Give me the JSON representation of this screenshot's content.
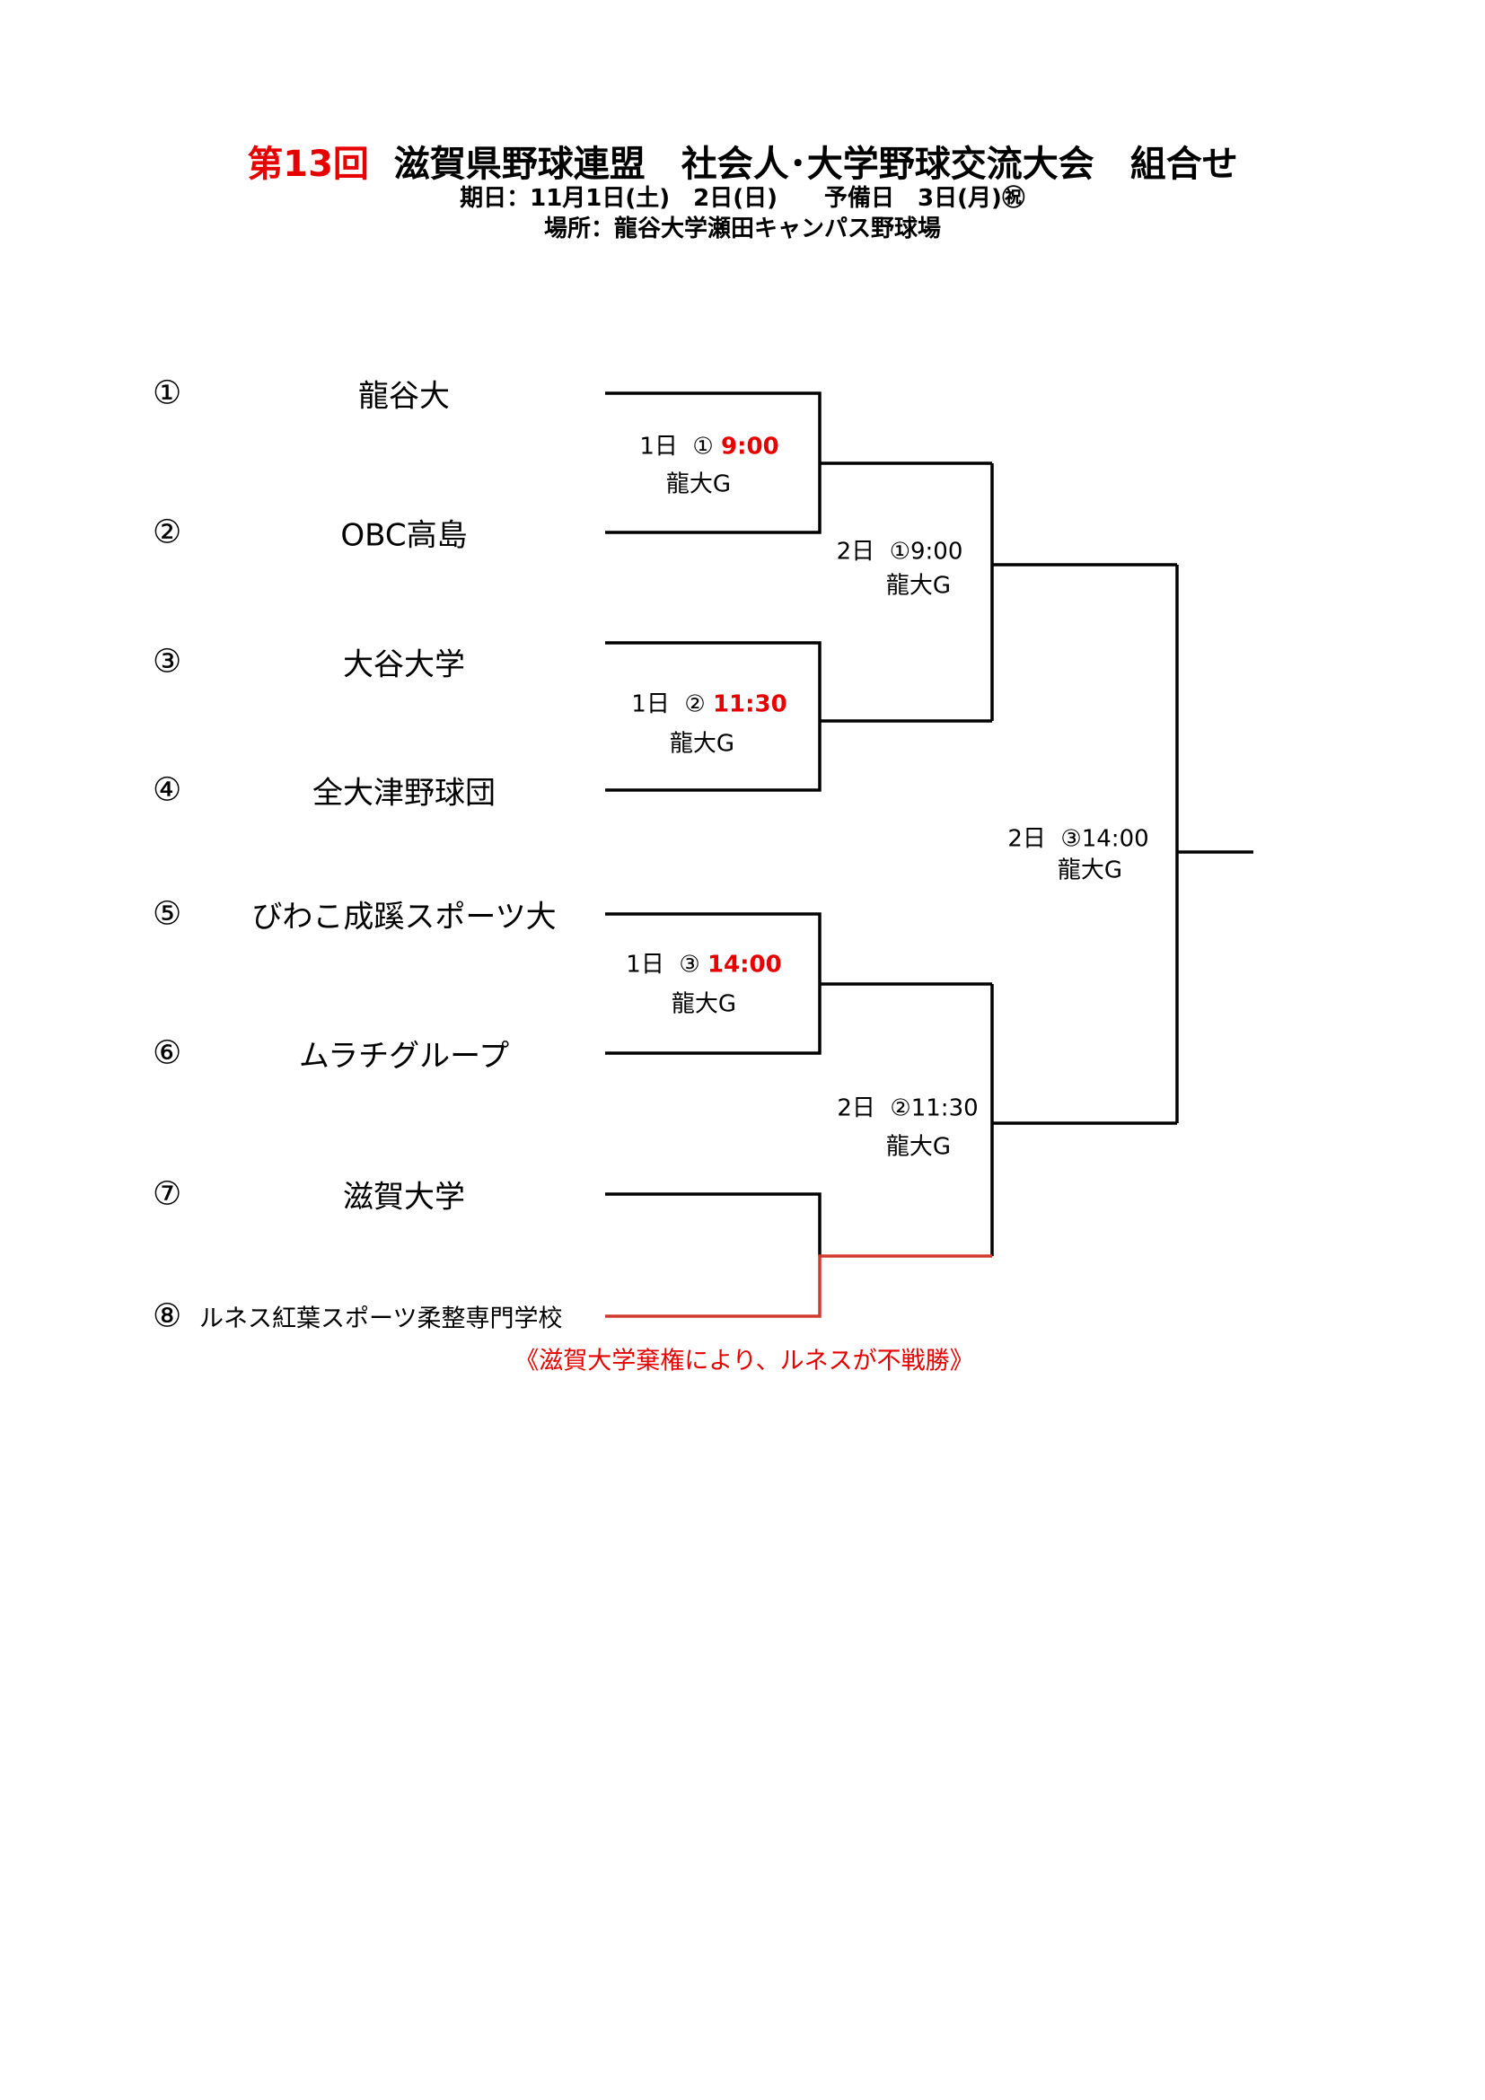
{
  "header": {
    "title_edition": "第13回",
    "title_main": "滋賀県野球連盟　社会人･大学野球交流大会　組合せ",
    "dates": "期日：11月1日(土)　2日(日)　　予備日　3日(月)㊗",
    "venue": "場所：龍谷大学瀬田キャンパス野球場"
  },
  "teams": [
    {
      "seed": "①",
      "name": "龍谷大"
    },
    {
      "seed": "②",
      "name": "OBC高島"
    },
    {
      "seed": "③",
      "name": "大谷大学"
    },
    {
      "seed": "④",
      "name": "全大津野球団"
    },
    {
      "seed": "⑤",
      "name": "びわこ成蹊スポーツ大"
    },
    {
      "seed": "⑥",
      "name": "ムラチグループ"
    },
    {
      "seed": "⑦",
      "name": "滋賀大学"
    },
    {
      "seed": "⑧",
      "name": "ルネス紅葉スポーツ柔整専門学校"
    }
  ],
  "matches": {
    "r1_1": {
      "day": "1日",
      "game": "①",
      "time": "9:00",
      "venue": "龍大G"
    },
    "r1_2": {
      "day": "1日",
      "game": "②",
      "time": "11:30",
      "venue": "龍大G"
    },
    "r1_3": {
      "day": "1日",
      "game": "③",
      "time": "14:00",
      "venue": "龍大G"
    },
    "r2_1": {
      "day": "2日",
      "game": "①",
      "time": "9:00",
      "venue": "龍大G"
    },
    "r2_2": {
      "day": "2日",
      "game": "②",
      "time": "11:30",
      "venue": "龍大G"
    },
    "final": {
      "day": "2日",
      "game": "③",
      "time": "14:00",
      "venue": "龍大G"
    }
  },
  "note": "《滋賀大学棄権により、ルネスが不戦勝》",
  "colors": {
    "accent_red": "#e60000",
    "walkover_line": "#d03a2e"
  }
}
